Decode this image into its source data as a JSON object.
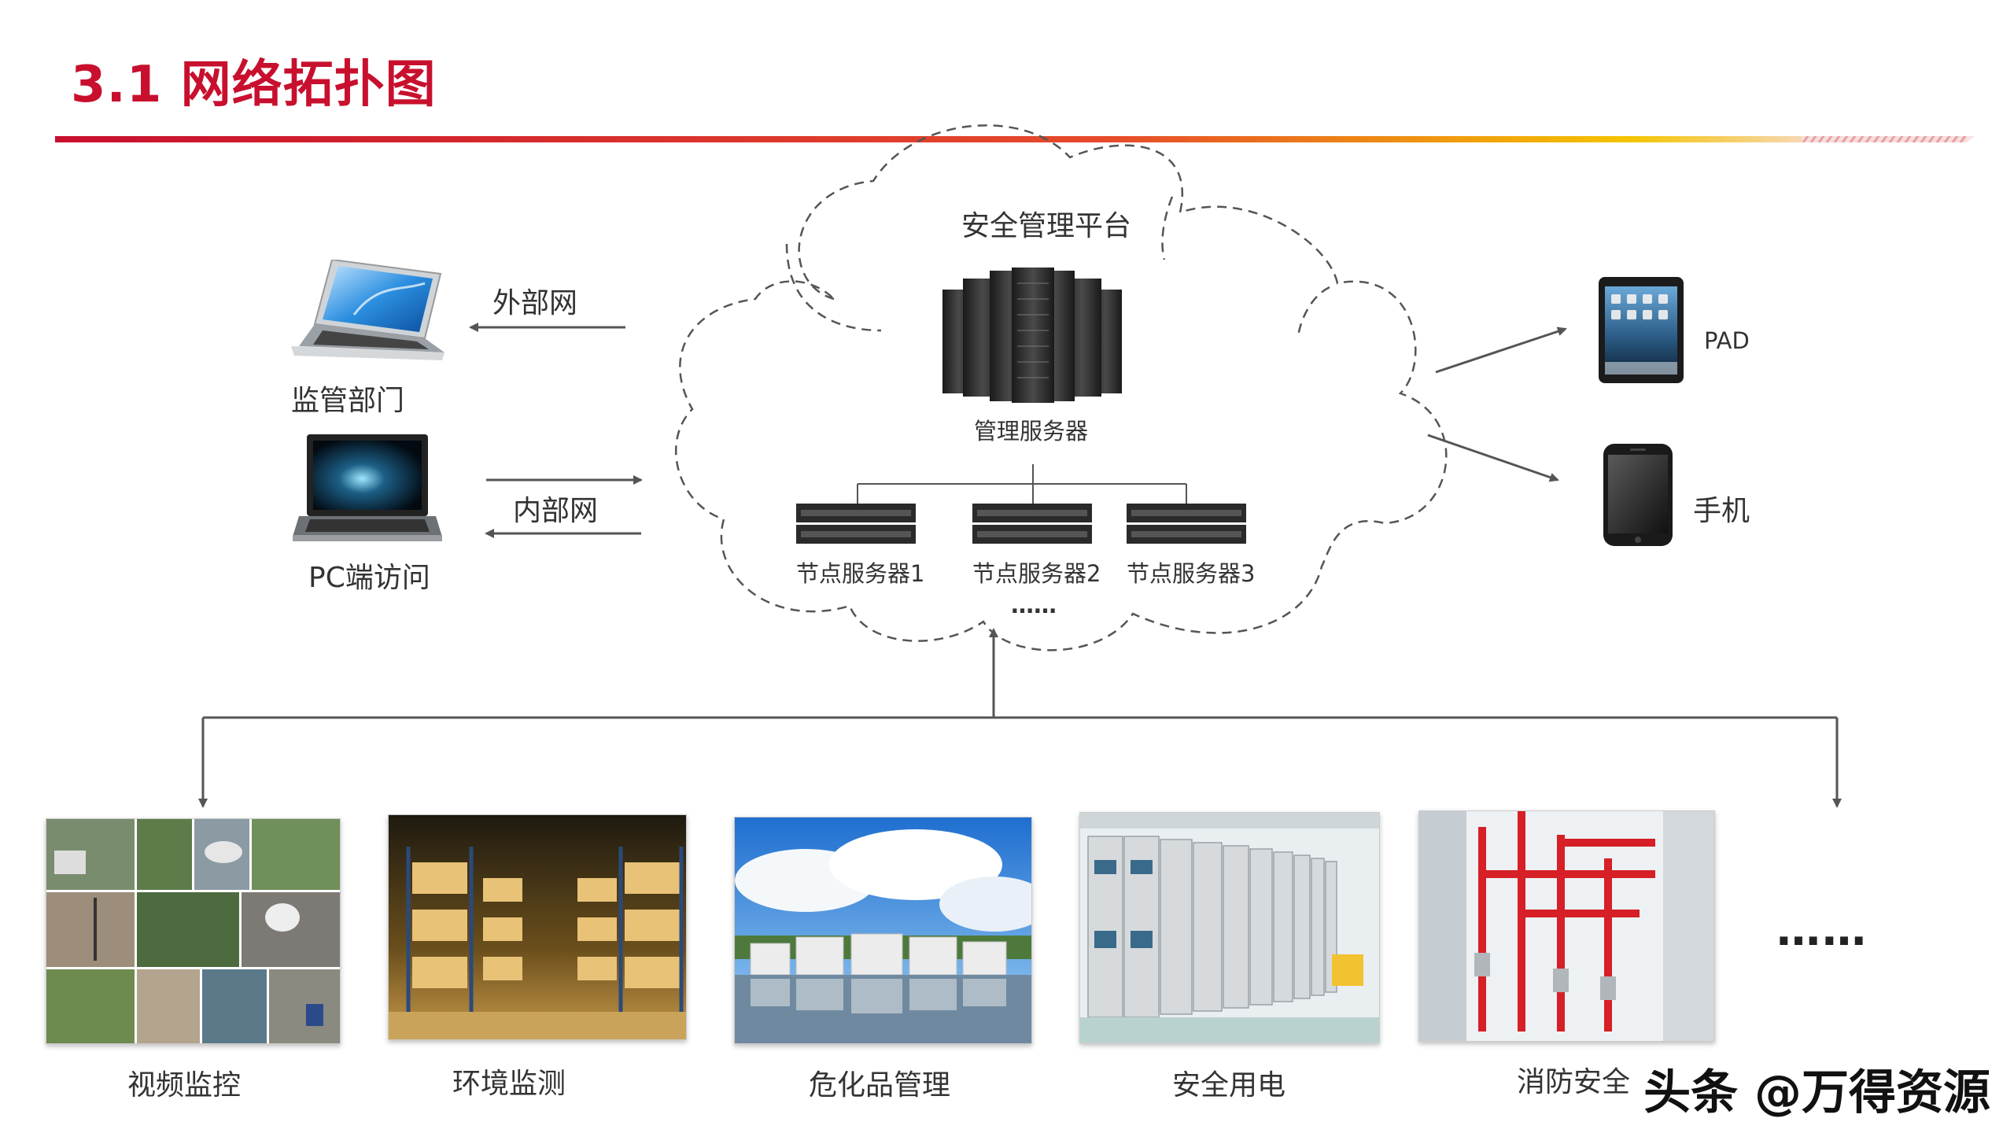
{
  "page_title": "3.1 网络拓扑图",
  "cloud": {
    "platform_label": "安全管理平台",
    "main_server_label": "管理服务器",
    "node_servers": [
      "节点服务器1",
      "节点服务器2",
      "节点服务器3"
    ],
    "nodes_ellipsis": "……"
  },
  "left": {
    "external_net_label": "外部网",
    "regulator_label": "监管部门",
    "internal_net_label": "内部网",
    "pc_label": "PC端访问"
  },
  "right": {
    "pad_label": "PAD",
    "phone_label": "手机"
  },
  "modules": [
    {
      "label": "视频监控"
    },
    {
      "label": "环境监测"
    },
    {
      "label": "危化品管理"
    },
    {
      "label": "安全用电"
    },
    {
      "label": "消防安全"
    }
  ],
  "modules_ellipsis": "……",
  "watermark": "头条 @万得资源",
  "colors": {
    "title": "#c8102e",
    "rule_start": "#c8102e",
    "rule_end": "#f5c400",
    "fire_pipe": "#d61f26"
  }
}
